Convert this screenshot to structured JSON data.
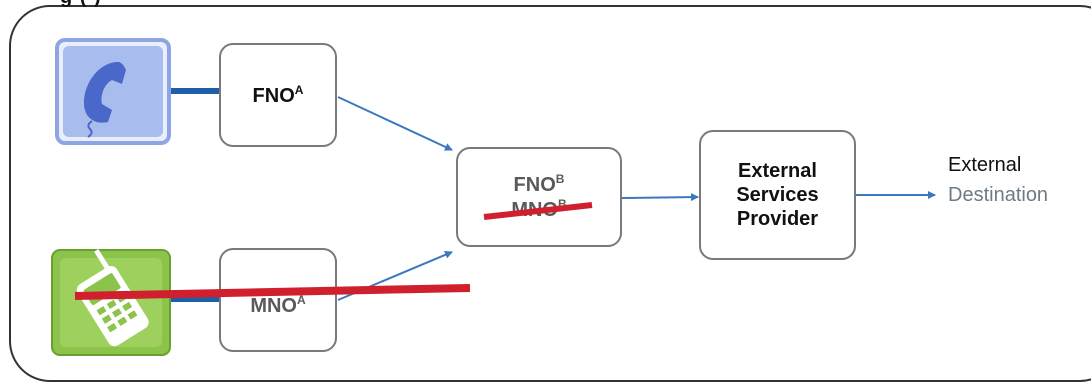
{
  "title_fragment": "g      (       )",
  "nodes": {
    "fno_a": {
      "label": "FNO",
      "sup": "A"
    },
    "mno_a": {
      "label": "MNO",
      "sup": "A"
    },
    "fno_b": {
      "label": "FNO",
      "sup": "B"
    },
    "mno_b": {
      "label": "MNO",
      "sup": "B"
    },
    "esp": {
      "line1": "External",
      "line2": "Services",
      "line3": "Provider"
    }
  },
  "destination": {
    "line1": "External",
    "line2": "Destination"
  },
  "icons": {
    "landline": {
      "name": "telephone-icon",
      "bg": "#8fa5e3",
      "glyph": "#4a68c9"
    },
    "mobile": {
      "name": "mobile-phone-icon",
      "bg": "#8cc34b",
      "glyph": "#ffffff"
    }
  },
  "colors": {
    "frame": "#333333",
    "node_border": "#7a7a7a",
    "arrow": "#3a78bf",
    "connector": "#1f5fa8",
    "strike": "#d0202e",
    "dest_second_line": "#6e7b86"
  }
}
